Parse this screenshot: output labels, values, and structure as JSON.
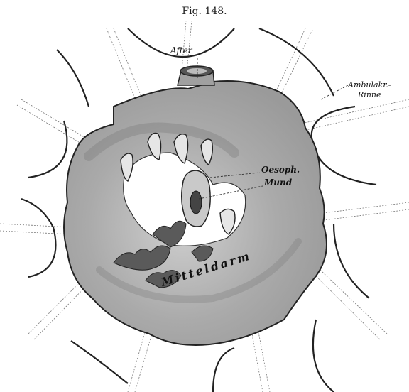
{
  "figure": {
    "title": "Fig. 148.",
    "labels": {
      "anus": "After",
      "ambulacral_groove_line1": "Ambulakr.-",
      "ambulacral_groove_line2": "Rinne",
      "oesophagus": "Oesoph.",
      "mouth": "Mund",
      "midgut": "Mitteldarm"
    }
  },
  "colors": {
    "background": "#ffffff",
    "gut_fill": "#a8a8a8",
    "gut_shade": "#7c7c7c",
    "outline": "#222222",
    "plate_lines": "#6f6f6f"
  }
}
